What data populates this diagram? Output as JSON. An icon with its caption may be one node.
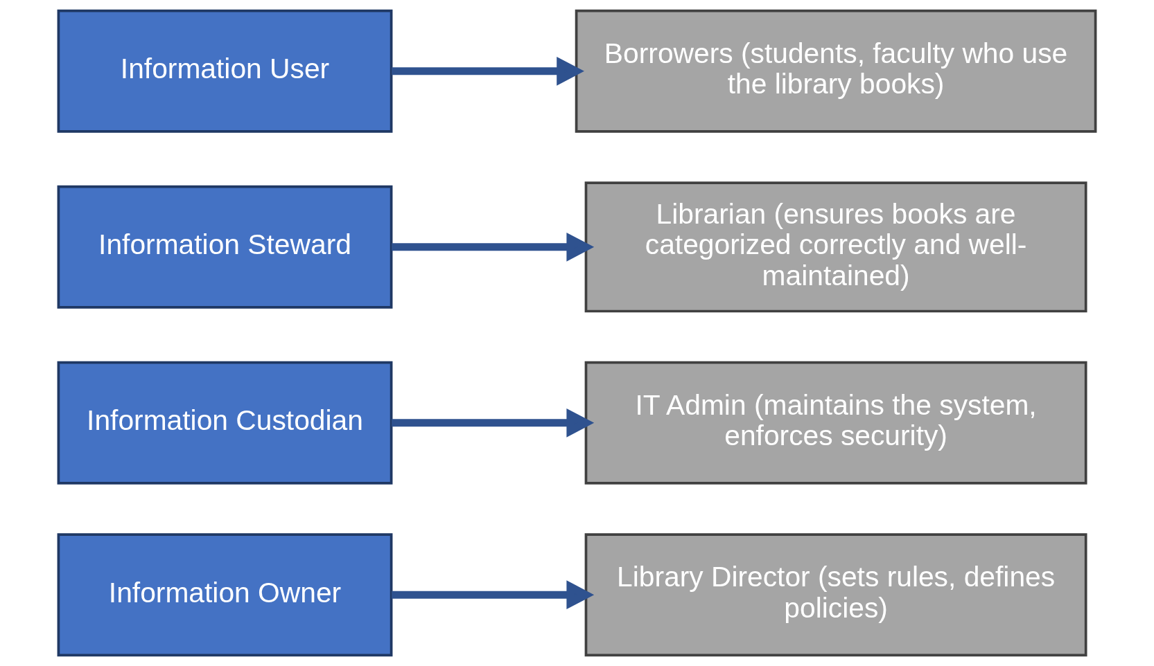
{
  "diagram": {
    "nodes": [
      {
        "text": [
          "Information Owner"
        ]
      },
      {
        "text": [
          "Library Director (sets rules, defines policies)"
        ]
      },
      {
        "text": [
          "Information Custodian"
        ]
      },
      {
        "text": [
          "IT Admin (maintains the system, enforces security)"
        ]
      },
      {
        "text": [
          "Information Steward"
        ]
      },
      {
        "text": [
          "Librarian (ensures books are categorized correctly and well-maintained)"
        ]
      },
      {
        "text": [
          "Information User"
        ]
      },
      {
        "text": [
          "Borrowers (students, faculty who use the library books)"
        ]
      }
    ],
    "edges": [
      {
        "from": 0,
        "to": 1,
        "arrow": "to"
      },
      {
        "from": 2,
        "to": 3,
        "arrow": "to"
      },
      {
        "from": 4,
        "to": 5,
        "arrow": "to"
      },
      {
        "from": 6,
        "to": 7,
        "arrow": "to"
      }
    ]
  }
}
